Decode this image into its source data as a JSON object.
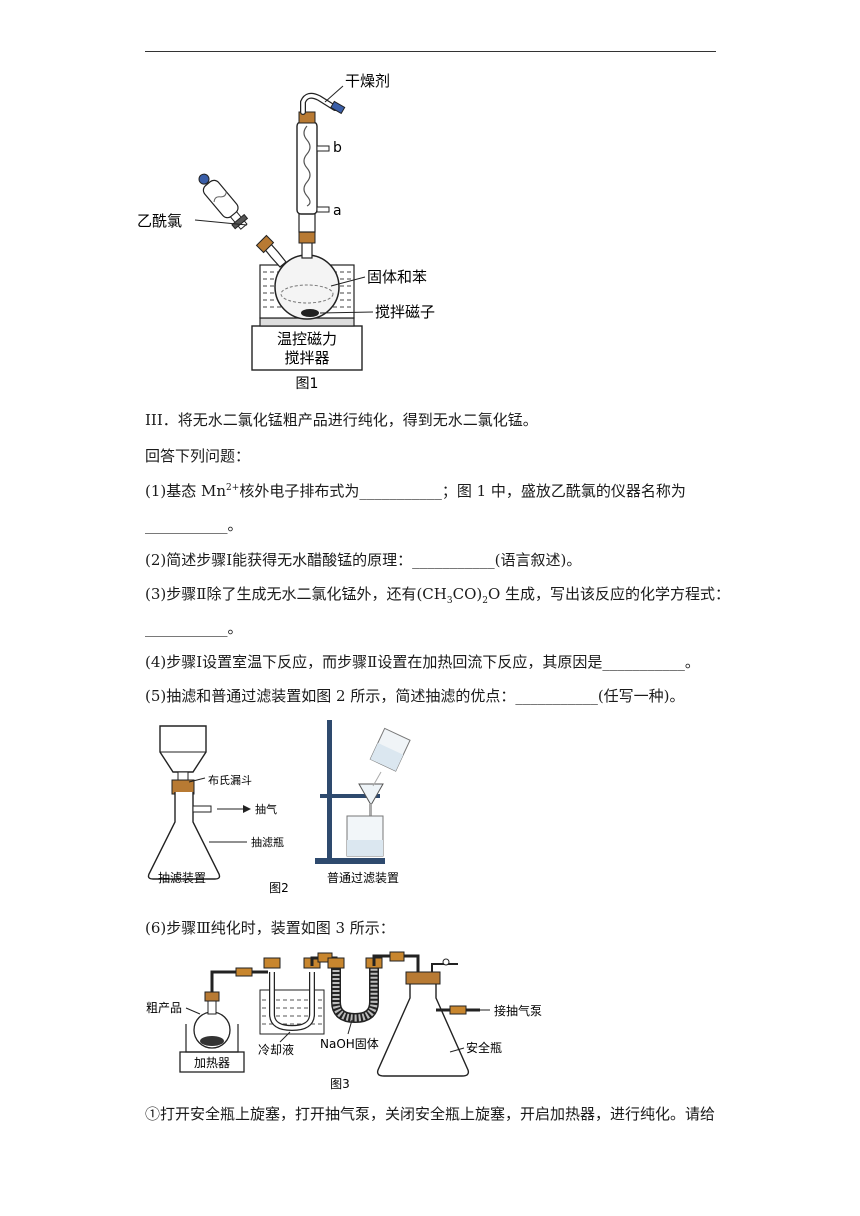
{
  "fig1": {
    "label_desiccant": "干燥剂",
    "label_b": "b",
    "label_a": "a",
    "label_acetyl": "乙酰氯",
    "label_solid": "固体和苯",
    "label_stirbar": "搅拌磁子",
    "label_stirrer_1": "温控磁力",
    "label_stirrer_2": "搅拌器",
    "caption": "图1"
  },
  "text": {
    "step3": "III．将无水二氯化锰粗产品进行纯化，得到无水二氯化锰。",
    "prompt": "回答下列问题：",
    "q1_a": "(1)基态 Mn",
    "q1_sup": "2+",
    "q1_b": "核外电子排布式为___________；图 1 中，盛放乙酰氯的仪器名称为",
    "q1_c": "___________。",
    "q2": "(2)简述步骤Ⅰ能获得无水醋酸锰的原理：___________(语言叙述)。",
    "q3_a": "(3)步骤Ⅱ除了生成无水二氯化锰外，还有(CH",
    "q3_sub1": "3",
    "q3_b": "CO)",
    "q3_sub2": "2",
    "q3_c": "O 生成，写出该反应的化学方程式：",
    "q3_d": "___________。",
    "q4": "(4)步骤Ⅰ设置室温下反应，而步骤Ⅱ设置在加热回流下反应，其原因是___________。",
    "q5": "(5)抽滤和普通过滤装置如图 2 所示，简述抽滤的优点：___________(任写一种)。",
    "q6": "(6)步骤Ⅲ纯化时，装置如图 3 所示：",
    "q6_1": "①打开安全瓶上旋塞，打开抽气泵，关闭安全瓶上旋塞，开启加热器，进行纯化。请给"
  },
  "fig2": {
    "label_buchner": "布氏漏斗",
    "label_suction": "抽气",
    "label_flask": "抽滤瓶",
    "label_left": "抽滤装置",
    "label_right": "普通过滤装置",
    "caption": "图2"
  },
  "fig3": {
    "label_crude": "粗产品",
    "label_heater": "加热器",
    "label_coolant": "冷却液",
    "label_naoh": "NaOH固体",
    "label_pump": "接抽气泵",
    "label_safety": "安全瓶",
    "caption": "图3"
  }
}
